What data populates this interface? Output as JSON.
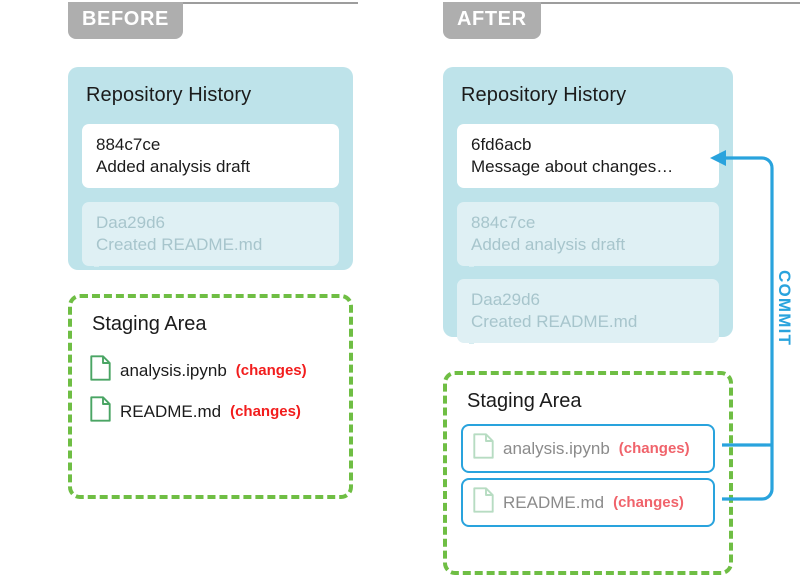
{
  "panels": [
    {
      "tab_label": "BEFORE",
      "repo": {
        "title": "Repository History",
        "commits": [
          {
            "hash": "884c7ce",
            "message": "Added analysis draft",
            "state": "latest"
          },
          {
            "hash": "Daa29d6",
            "message": "Created README.md",
            "state": "faded"
          }
        ]
      },
      "staging": {
        "title": "Staging Area",
        "files": [
          {
            "name": "analysis.ipynb",
            "badge": "(changes)",
            "boxed": false
          },
          {
            "name": "README.md",
            "badge": "(changes)",
            "boxed": false
          }
        ]
      }
    },
    {
      "tab_label": "AFTER",
      "repo": {
        "title": "Repository History",
        "commits": [
          {
            "hash": "6fd6acb",
            "message": "Message about changes…",
            "state": "latest"
          },
          {
            "hash": "884c7ce",
            "message": "Added analysis draft",
            "state": "faded"
          },
          {
            "hash": "Daa29d6",
            "message": "Created README.md",
            "state": "faded"
          }
        ]
      },
      "staging": {
        "title": "Staging Area",
        "files": [
          {
            "name": "analysis.ipynb",
            "badge": "(changes)",
            "boxed": true
          },
          {
            "name": "README.md",
            "badge": "(changes)",
            "boxed": true
          }
        ]
      }
    }
  ],
  "annotation": {
    "commit_label": "COMMIT"
  },
  "colors": {
    "tab_bg": "#aeaeae",
    "repo_bg": "#bee3ea",
    "commit_latest_bg": "#ffffff",
    "commit_faded_bg": "#dff0f4",
    "commit_faded_text": "#a7c5cc",
    "staging_border": "#6fbe44",
    "file_icon": "#4aa564",
    "changes_text": "#f21d1d",
    "arrow_blue": "#29a3dd"
  }
}
